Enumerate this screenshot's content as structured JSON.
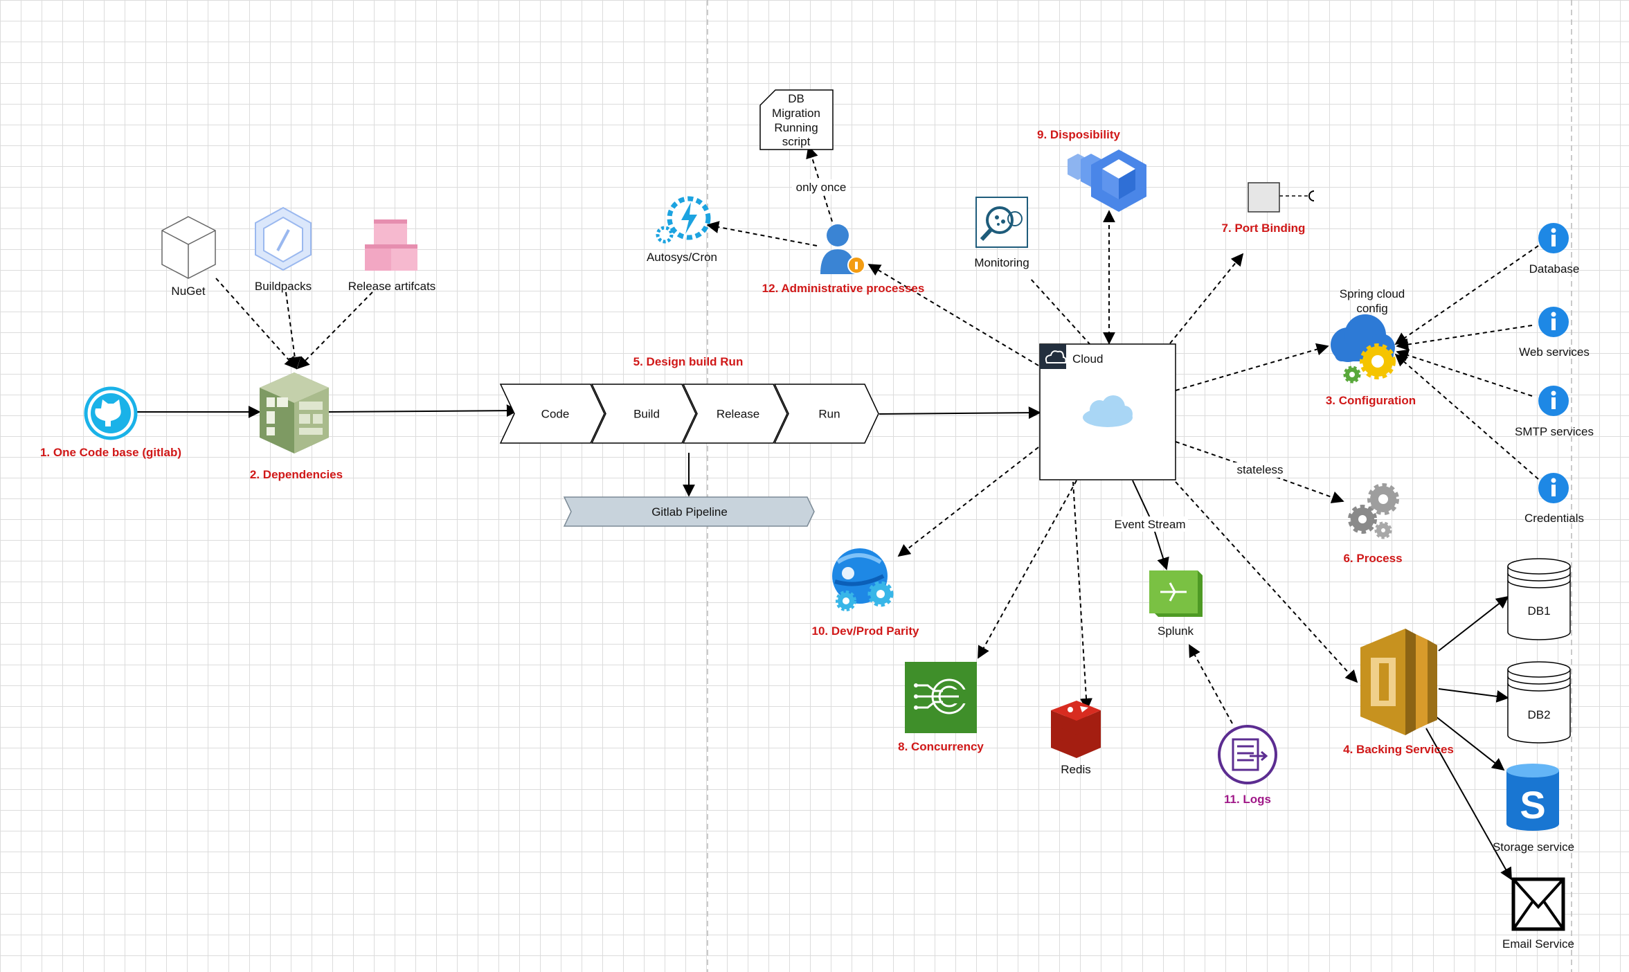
{
  "nodes": {
    "codebase": {
      "title": "1. One Code base (gitlab)"
    },
    "dependencies": {
      "title": "2. Dependencies"
    },
    "nuget": {
      "label": "NuGet"
    },
    "buildpacks": {
      "label": "Buildpacks"
    },
    "release_artifacts": {
      "label": "Release artifcats"
    },
    "design_build_run": {
      "title": "5. Design build Run"
    },
    "pipeline_stages": [
      "Code",
      "Build",
      "Release",
      "Run"
    ],
    "gitlab_pipeline": {
      "label": "Gitlab Pipeline"
    },
    "db_migration": {
      "lines": [
        "DB",
        "Migration",
        "Running",
        "script"
      ]
    },
    "edge_only_once": {
      "label": "only once"
    },
    "autosys": {
      "label": "Autosys/Cron"
    },
    "admin_processes": {
      "title": "12. Administrative processes"
    },
    "monitoring": {
      "label": "Monitoring"
    },
    "disposability": {
      "title": "9. Disposibility"
    },
    "port_binding": {
      "title": "7. Port Binding"
    },
    "cloud": {
      "label": "Cloud"
    },
    "spring_cloud_config": {
      "lines": [
        "Spring cloud",
        "config"
      ]
    },
    "configuration": {
      "title": "3. Configuration"
    },
    "config_sources": [
      "Database",
      "Web services",
      "SMTP services",
      "Credentials"
    ],
    "edge_stateless": {
      "label": "stateless"
    },
    "process": {
      "title": "6. Process"
    },
    "edge_event_stream": {
      "label": "Event Stream"
    },
    "splunk": {
      "label": "Splunk"
    },
    "logs": {
      "title": "11. Logs"
    },
    "dev_prod_parity": {
      "title": "10. Dev/Prod Parity"
    },
    "concurrency": {
      "title": "8. Concurrency"
    },
    "redis": {
      "label": "Redis"
    },
    "backing_services": {
      "title": "4. Backing Services"
    },
    "db1": {
      "label": "DB1"
    },
    "db2": {
      "label": "DB2"
    },
    "storage_service": {
      "label": "Storage service"
    },
    "email_service": {
      "label": "Email Service"
    }
  },
  "colors": {
    "title_red": "#d01818",
    "logs_purple": "#a01888",
    "azure_blue": "#1e88e5",
    "aws_gold": "#d89b2b",
    "concurrency_green": "#3f8f2a",
    "splunk_green": "#65b32e",
    "redis_red": "#c9302c",
    "pipeline_fill": "#c8d3dc"
  }
}
